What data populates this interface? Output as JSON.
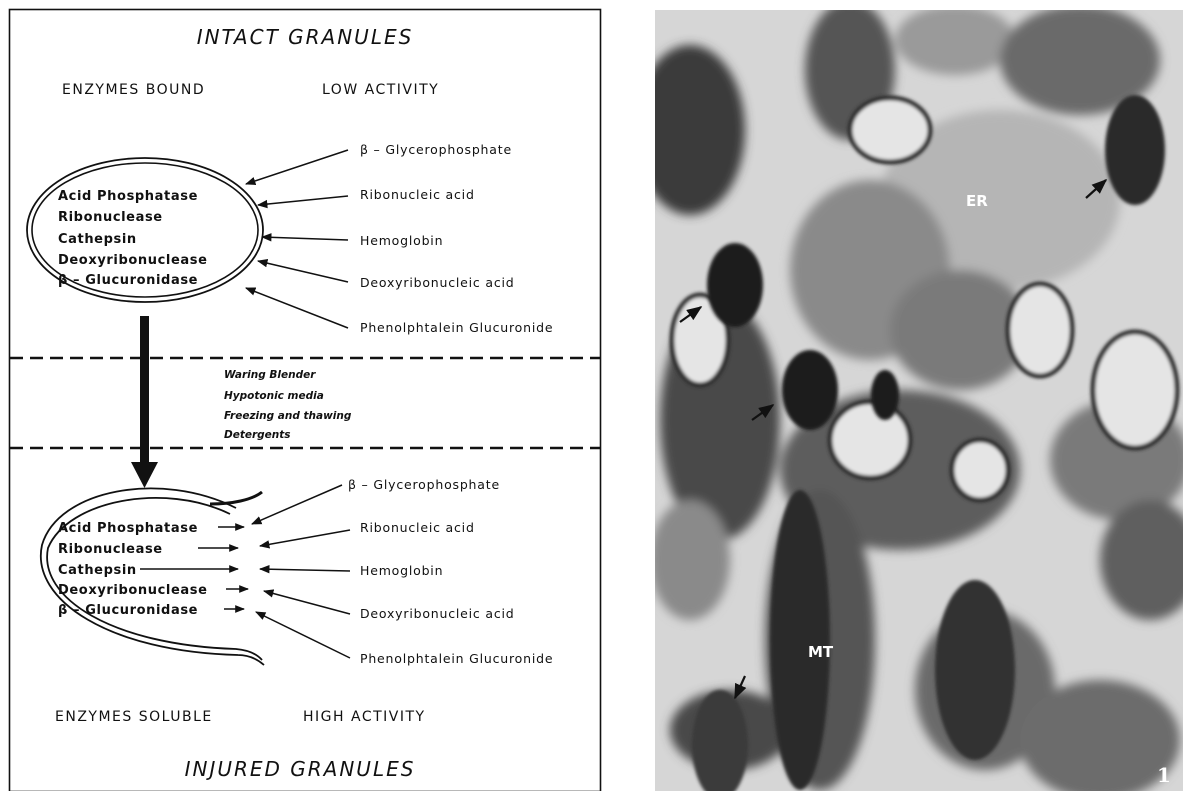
{
  "left_panel": {
    "title_top": "INTACT GRANULES",
    "top_state_left": "ENZYMES BOUND",
    "top_state_right": "LOW ACTIVITY",
    "enzymes": [
      "Acid Phosphatase",
      "Ribonuclease",
      "Cathepsin",
      "Deoxyribonuclease",
      "β – Glucuronidase"
    ],
    "substrates": [
      "β – Glycerophosphate",
      "Ribonucleic acid",
      "Hemoglobin",
      "Deoxyribonucleic acid",
      "Phenolphtalein Glucuronide"
    ],
    "treatments": [
      "Waring Blender",
      "Hypotonic media",
      "Freezing and thawing",
      "Detergents"
    ],
    "bottom_state_left": "ENZYMES SOLUBLE",
    "bottom_state_right": "HIGH ACTIVITY",
    "title_bottom": "INJURED GRANULES"
  },
  "right_panel": {
    "label_er": "ER",
    "label_mt": "MT",
    "figure_number": "1"
  }
}
